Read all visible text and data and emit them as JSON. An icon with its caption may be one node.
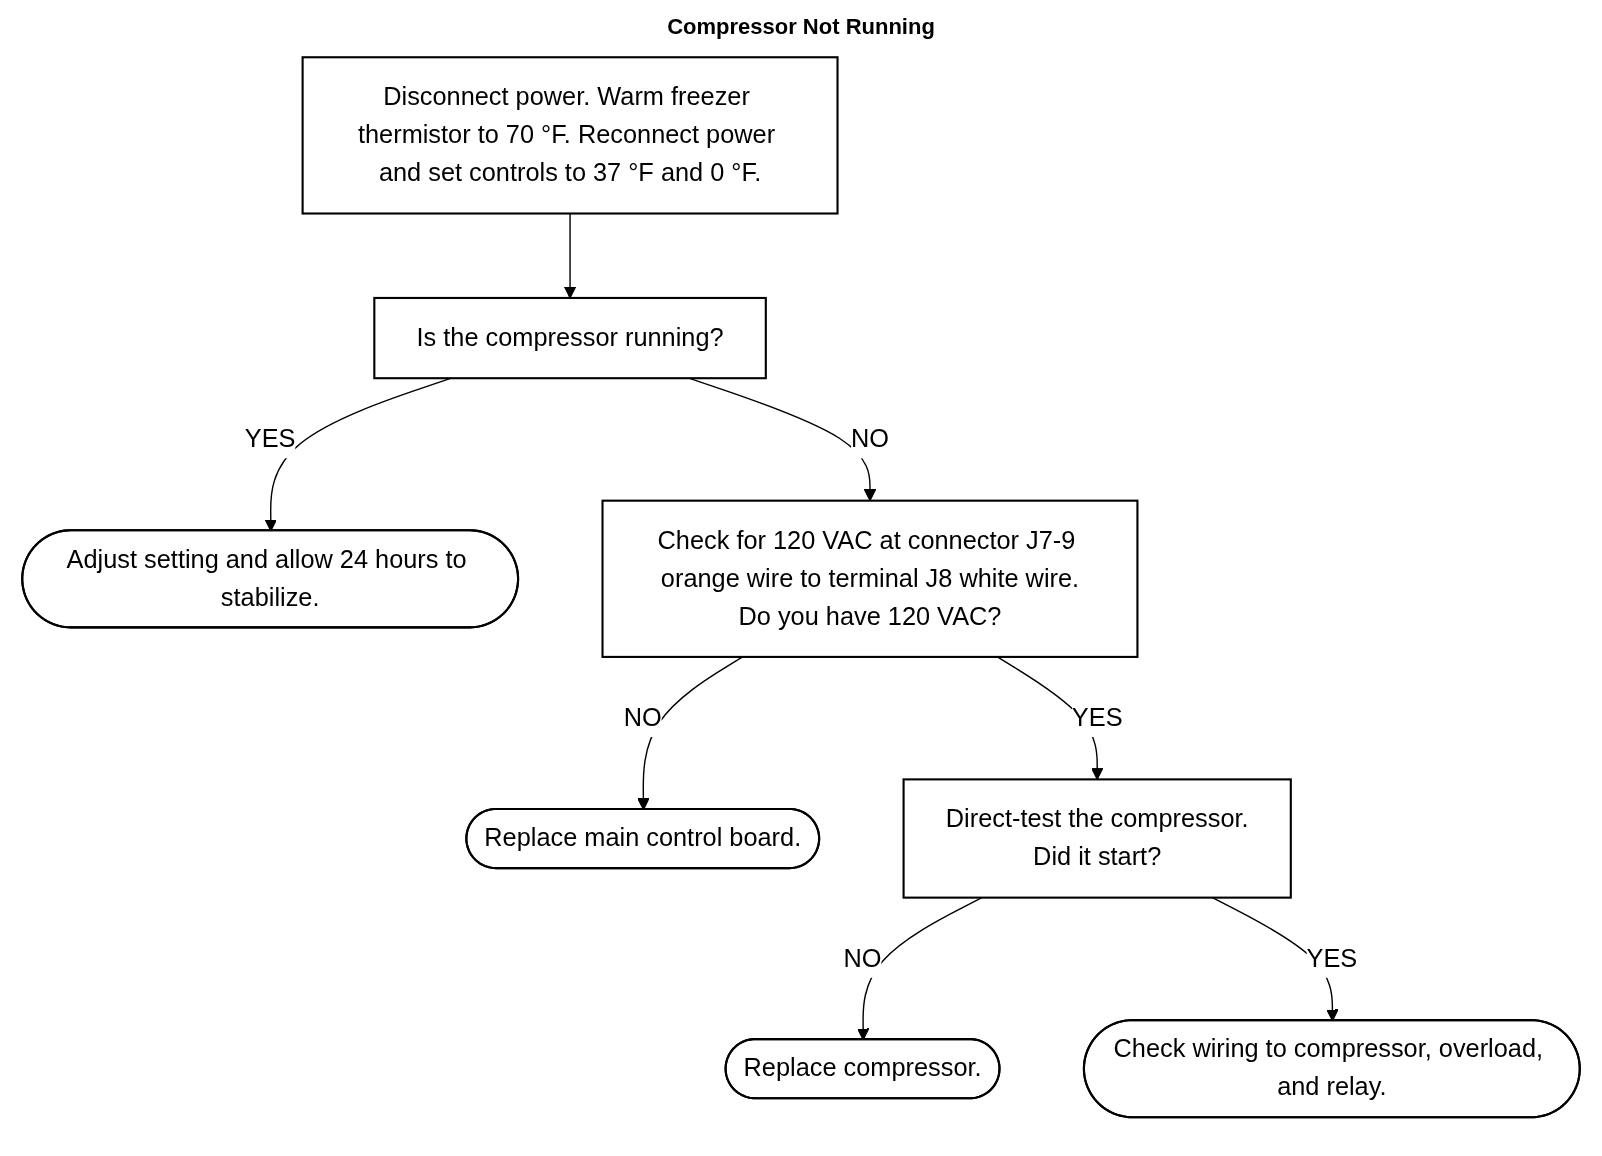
{
  "diagram": {
    "title": "Compressor Not Running",
    "nodes": [
      {
        "text": [
          "Disconnect power. Warm freezer thermistor to 70 °F. Reconnect power and set controls to 37 °F and 0 °F."
        ]
      },
      {
        "text": [
          "Is the compressor running?"
        ]
      },
      {
        "text": [
          "Adjust setting and allow 24 hours to stabilize."
        ]
      },
      {
        "text": [
          "Check for 120 VAC at connector J7-9 orange wire to terminal J8 white wire.",
          "Do you have 120 VAC?"
        ]
      },
      {
        "text": [
          "Replace main control board."
        ]
      },
      {
        "text": [
          "Direct-test the compressor.",
          "Did it start?"
        ]
      },
      {
        "text": [
          "Replace compressor."
        ]
      },
      {
        "text": [
          "Check wiring to compressor, overload, and relay."
        ]
      }
    ],
    "edges": [
      {
        "from": 0,
        "to": 1,
        "arrow": "to"
      },
      {
        "from": 1,
        "to": 2,
        "arrow": "to",
        "label": "YES"
      },
      {
        "from": 1,
        "to": 3,
        "arrow": "to",
        "label": "NO"
      },
      {
        "from": 3,
        "to": 4,
        "arrow": "to",
        "label": "NO"
      },
      {
        "from": 3,
        "to": 5,
        "arrow": "to",
        "label": "YES"
      },
      {
        "from": 5,
        "to": 6,
        "arrow": "to",
        "label": "NO"
      },
      {
        "from": 5,
        "to": 7,
        "arrow": "to",
        "label": "YES"
      }
    ]
  }
}
